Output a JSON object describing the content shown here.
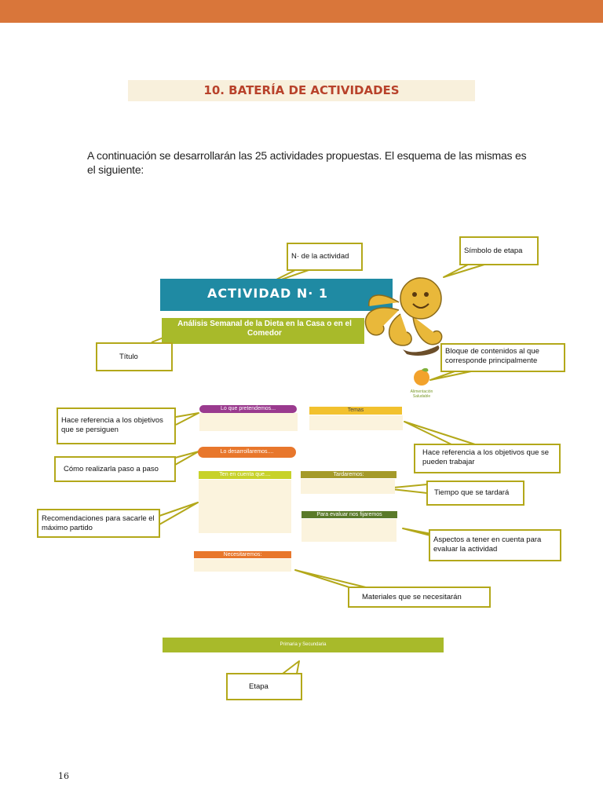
{
  "section": {
    "title": "10. BATERÍA DE ACTIVIDADES"
  },
  "intro": {
    "text": "A continuación se desarrollarán las 25 actividades propuestas.  El esquema de las mismas es el siguiente:"
  },
  "page": {
    "number": "16"
  },
  "template": {
    "activity_label": "ACTIVIDAD N· 1",
    "title": "Análisis Semanal de la Dieta en la Casa o en el Comedor",
    "logo_text": "Alimentación Saludable",
    "fields": {
      "pretendemos": "Lo que pretendemos...",
      "temas": "Temas",
      "desarrollaremos": "Lo desarrollaremos....",
      "ten_en_cuenta": "Ten en cuenta que....",
      "tardaremos": "Tardaremos:",
      "evaluar": "Para evaluar nos fijaremos",
      "necesitaremos": "Necesitaremos:",
      "etapa_bar": "Primaria y Secundaria"
    }
  },
  "callouts": {
    "num_actividad": "N· de la actividad",
    "simbolo_etapa": "Símbolo de etapa",
    "titulo": "Título",
    "bloque_contenidos": "Bloque de contenidos al que corresponde principalmente",
    "objetivos": "Hace referencia a los objetivos que se persiguen",
    "objetivos_trabajar": "Hace referencia a los objetivos que se pueden trabajar",
    "como_realizarla": "Cómo realizarla paso a paso",
    "tiempo": "Tiempo que se tardará",
    "recomendaciones": "Recomendaciones para sacarle el máximo partido",
    "aspectos": "Aspectos a tener en cuenta para evaluar la actividad",
    "materiales": "Materiales que se necesitarán",
    "etapa": "Etapa"
  },
  "colors": {
    "top_bar": "#d9763a",
    "title_text": "#b8422b",
    "activity_banner": "#1f8aa3",
    "green": "#a8ba2a",
    "callout_border": "#b3a81a",
    "sun": "#e9b83a"
  }
}
